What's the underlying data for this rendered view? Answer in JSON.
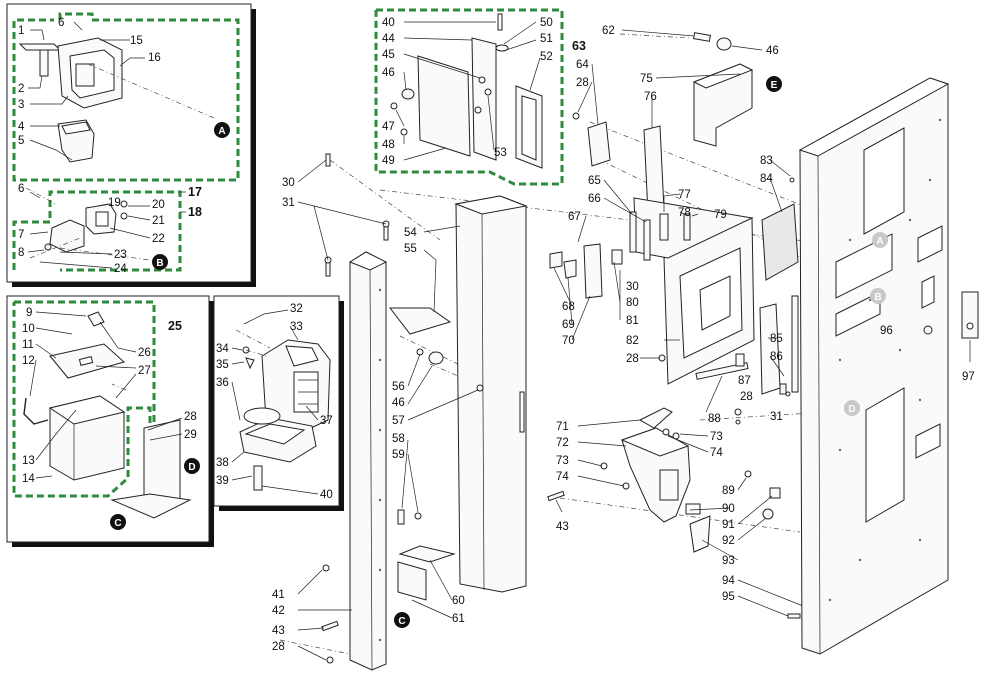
{
  "callouts": {
    "n1": "1",
    "n2": "2",
    "n3": "3",
    "n4": "4",
    "n5": "5",
    "n6a": "6",
    "n6b": "6",
    "n7": "7",
    "n8": "8",
    "n9": "9",
    "n10": "10",
    "n11": "11",
    "n12": "12",
    "n13": "13",
    "n14": "14",
    "n15": "15",
    "n16": "16",
    "n17": "17",
    "n18": "18",
    "n19": "19",
    "n20": "20",
    "n21": "21",
    "n22": "22",
    "n23": "23",
    "n24": "24",
    "n25": "25",
    "n26": "26",
    "n27": "27",
    "n28a": "28",
    "n28b": "28",
    "n28c": "28",
    "n28d": "28",
    "n28e": "28",
    "n29": "29",
    "n30a": "30",
    "n30b": "30",
    "n31a": "31",
    "n31b": "31",
    "n32": "32",
    "n33": "33",
    "n34": "34",
    "n35": "35",
    "n36": "36",
    "n37": "37",
    "n38": "38",
    "n39": "39",
    "n40a": "40",
    "n40b": "40",
    "n41": "41",
    "n42": "42",
    "n43a": "43",
    "n43b": "43",
    "n44": "44",
    "n45": "45",
    "n46a": "46",
    "n46b": "46",
    "n46c": "46",
    "n47": "47",
    "n48": "48",
    "n49": "49",
    "n50": "50",
    "n51": "51",
    "n52": "52",
    "n53": "53",
    "n54": "54",
    "n55": "55",
    "n56": "56",
    "n57": "57",
    "n58": "58",
    "n59": "59",
    "n60": "60",
    "n61": "61",
    "n62": "62",
    "n63": "63",
    "n64": "64",
    "n65": "65",
    "n66": "66",
    "n67": "67",
    "n68": "68",
    "n69": "69",
    "n70": "70",
    "n71": "71",
    "n72": "72",
    "n73a": "73",
    "n73b": "73",
    "n74a": "74",
    "n74b": "74",
    "n75": "75",
    "n76": "76",
    "n77": "77",
    "n78": "78",
    "n79": "79",
    "n80": "80",
    "n81": "81",
    "n82": "82",
    "n83": "83",
    "n84": "84",
    "n85": "85",
    "n86": "86",
    "n87": "87",
    "n88": "88",
    "n89": "89",
    "n90": "90",
    "n91": "91",
    "n92": "92",
    "n93": "93",
    "n94": "94",
    "n95": "95",
    "n96": "96",
    "n97": "97"
  },
  "markers": {
    "A": "A",
    "B": "B",
    "C": "C",
    "D": "D",
    "E": "E"
  },
  "colors": {
    "group_outline": "#2e8b3d",
    "marker_fill": "#111111",
    "marker_ghost": "#c8c8c8",
    "line": "#222222"
  }
}
